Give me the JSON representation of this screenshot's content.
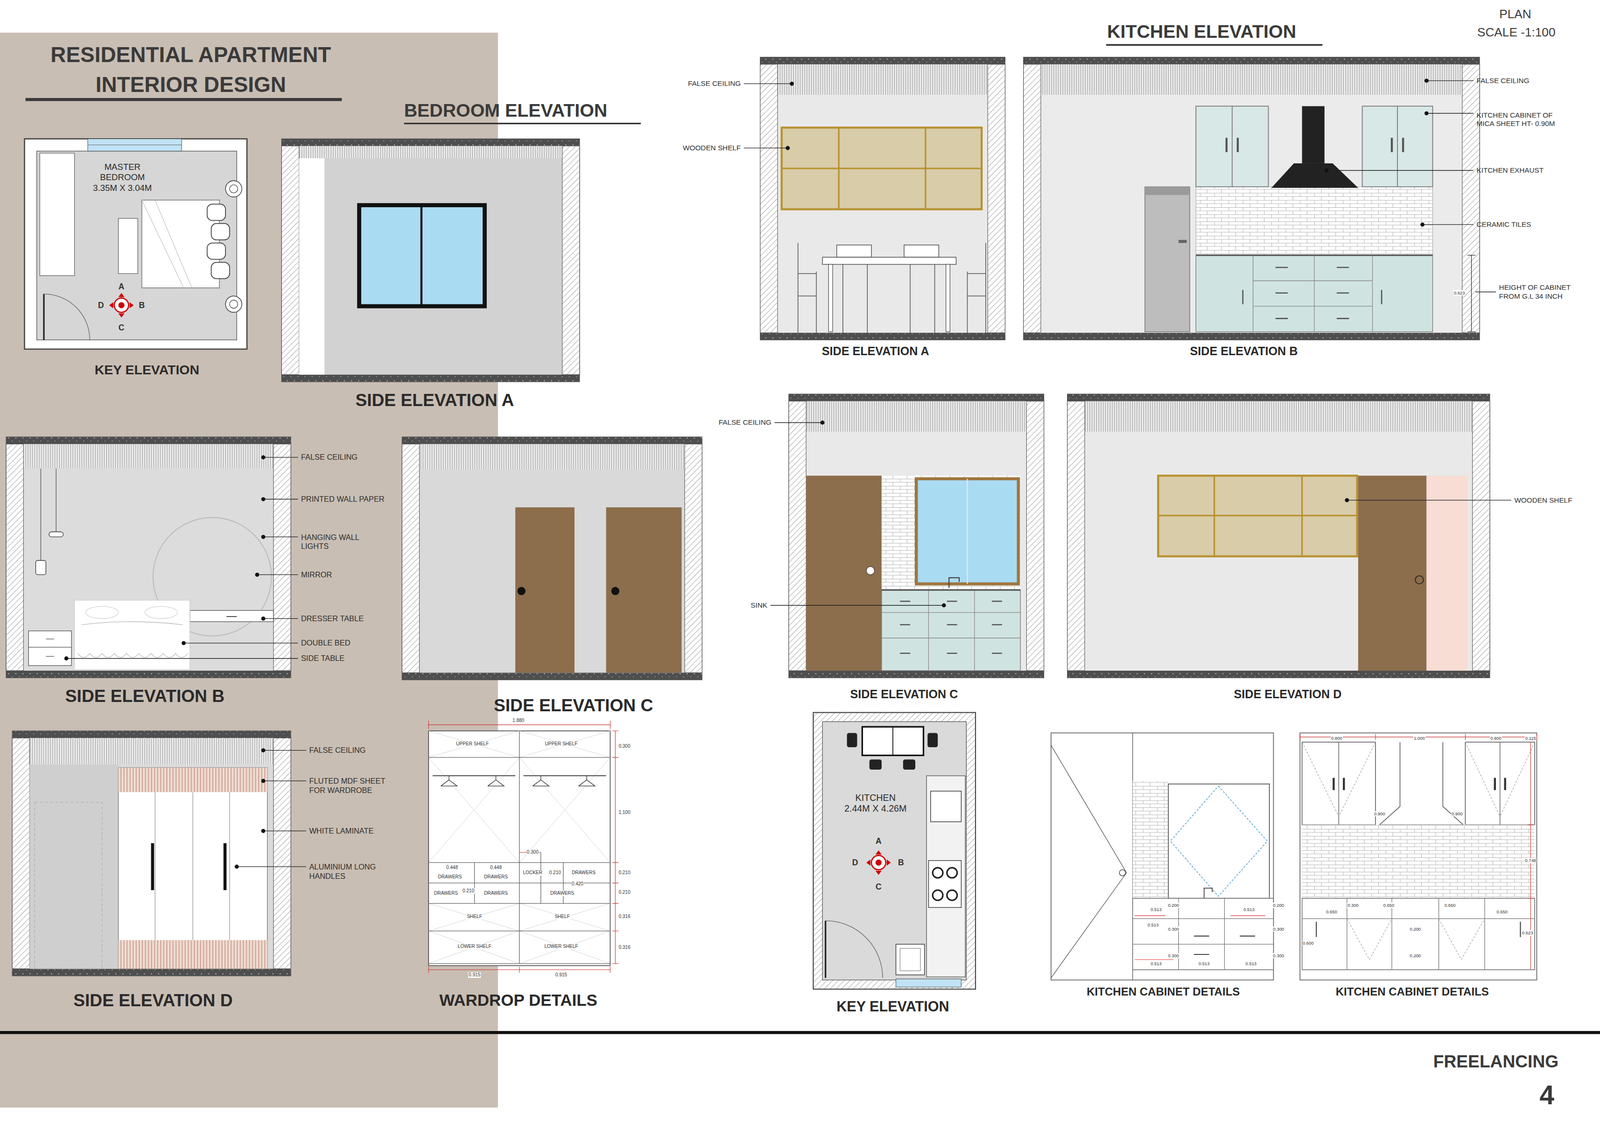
{
  "diagram": {
    "title": "RESIDENTIAL APARTMENT INTERIOR DESIGN",
    "nodes": [
      {
        "text": [
          "MASTER BEDROOM 3.35M X 3.04M",
          "KEY ELEVATION"
        ]
      },
      {
        "text": [
          "SIDE ELEVATION A"
        ]
      },
      {
        "text": [
          "SIDE ELEVATION B"
        ]
      },
      {
        "text": [
          "SIDE ELEVATION C"
        ]
      },
      {
        "text": [
          "SIDE ELEVATION D"
        ]
      },
      {
        "text": [
          "WARDROP DETAILS"
        ]
      },
      {
        "text": [
          "SIDE ELEVATION A"
        ]
      },
      {
        "text": [
          "SIDE ELEVATION B"
        ]
      },
      {
        "text": [
          "SIDE ELEVATION C"
        ]
      },
      {
        "text": [
          "SIDE ELEVATION D"
        ]
      },
      {
        "text": [
          "KITCHEN 2.44M X 4.26M",
          "KEY ELEVATION"
        ]
      },
      {
        "text": [
          "KITCHEN CABINET DETAILS"
        ]
      },
      {
        "text": [
          "KITCHEN CABINET DETAILS"
        ]
      }
    ],
    "labels": [
      "BEDROOM ELEVATION",
      "KITCHEN ELEVATION",
      "PLAN",
      "SCALE -1:100",
      "A",
      "D",
      "B",
      "C",
      "FALSE CEILING",
      "PRINTED WALL PAPER",
      "HANGING WALL LIGHTS",
      "MIRROR",
      "DRESSER TABLE",
      "DOUBLE BED",
      "SIDE TABLE",
      "FALSE CEILING",
      "FLUTED MDF SHEET FOR WARDROBE",
      "WHITE LAMINATE",
      "ALUMINIUM LONG HANDLES",
      "1.880",
      "UPPER SHELF",
      "UPPER SHELF",
      "0.300",
      "1.100",
      "0.300",
      "0.448",
      "0.448",
      "LOCKER",
      "0.210",
      "DRAWERS",
      "DRAWERS",
      "DRAWERS",
      "0.210",
      "DRAWERS",
      "DRAWERS",
      "0.420",
      "DRAWERS",
      "0.210",
      "0.210",
      "SHELF",
      "SHELF",
      "0.316",
      "LOWER SHELF",
      "LOWER SHELF",
      "0.316",
      "0.915",
      "0.915",
      "FALSE CEILING",
      "WOODEN SHELF",
      "FALSE CEILING",
      "KITCHEN CABINET OF MICA SHEET HT- 0.90M",
      "KITCHEN EXHAUST",
      "CERAMIC TILES",
      "HEIGHT OF CABINET FROM G.L 34 INCH",
      "0.623",
      "FALSE CEILING",
      "SINK",
      "WOODEN SHELF",
      "A",
      "D",
      "B",
      "C",
      "0.200",
      "0.513",
      "0.513",
      "0.200",
      "0.513",
      "0.300",
      "0.300",
      "0.300",
      "0.300",
      "0.513",
      "0.513",
      "0.513",
      "0.800",
      "1.000",
      "0.800",
      "0.115",
      "0.900",
      "0.900",
      "0.748",
      "0.300",
      "0.650",
      "0.650",
      "0.650",
      "0.650",
      "0.200",
      "0.200",
      "0.600",
      "0.623",
      "FREELANCING",
      "4"
    ]
  }
}
